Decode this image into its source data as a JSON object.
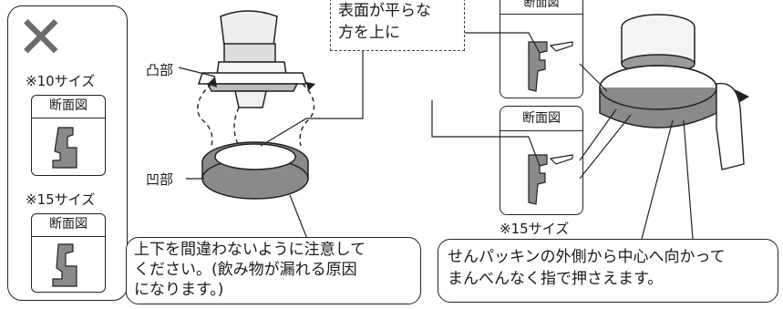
{
  "left_panel": {
    "mark": "✕",
    "size10_label": "※10サイズ",
    "size15_label": "※15サイズ",
    "section_label_a": "断面図",
    "section_label_b": "断面図"
  },
  "center": {
    "convex_label": "凸部",
    "concave_label": "凹部",
    "flat_note_line1": "表面が平らな",
    "flat_note_line2": "方を上に",
    "warning_line1": "上下を間違わないように注意して",
    "warning_line2": "ください。(飲み物が漏れる原因",
    "warning_line3": "になります。)"
  },
  "right": {
    "section_label_top": "断面図",
    "section_label_mid": "断面図",
    "size15_label": "※15サイズ",
    "instruction_line1": "せんパッキンの外側から中心へ向かって",
    "instruction_line2": "まんべんなく指で押さえます。"
  },
  "colors": {
    "gasket_gray": "#8a8a8a",
    "mark_gray": "#6b6b6b",
    "line": "#222222"
  }
}
